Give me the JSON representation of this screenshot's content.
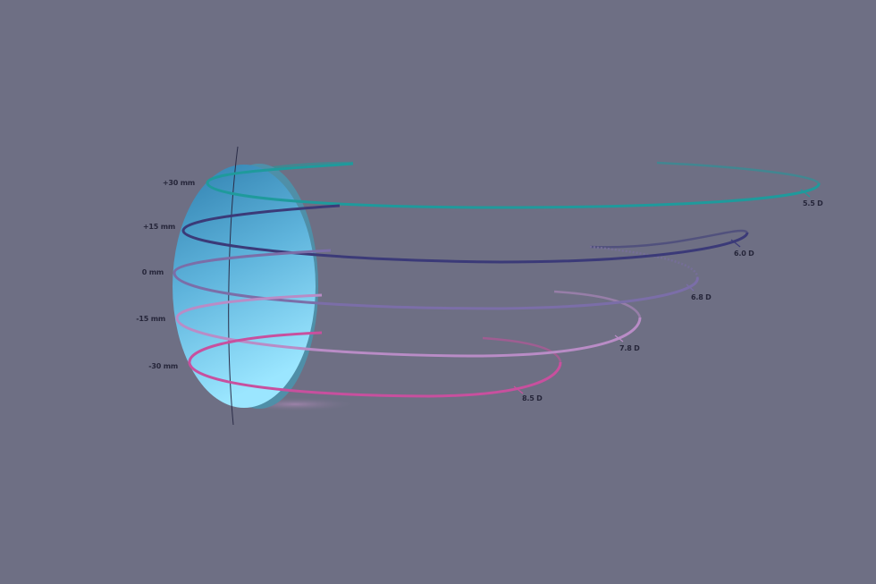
{
  "diagram": {
    "type": "progressive-lens-power-rings",
    "background": "#6e6f84",
    "lens_color_top": "#2f7fae",
    "lens_color_bottom": "#9be6ff",
    "zones": [
      {
        "height_label": "+30 mm",
        "power_label": "5.5 D",
        "color": "#1f9a9c"
      },
      {
        "height_label": "+15 mm",
        "power_label": "6.0 D",
        "color": "#3b3a78"
      },
      {
        "height_label": "0 mm",
        "power_label": "6.8 D",
        "color": "#7b6ea8"
      },
      {
        "height_label": "-15 mm",
        "power_label": "7.8 D",
        "color": "#b98cc6"
      },
      {
        "height_label": "-30 mm",
        "power_label": "8.5 D",
        "color": "#c8509e"
      }
    ]
  }
}
